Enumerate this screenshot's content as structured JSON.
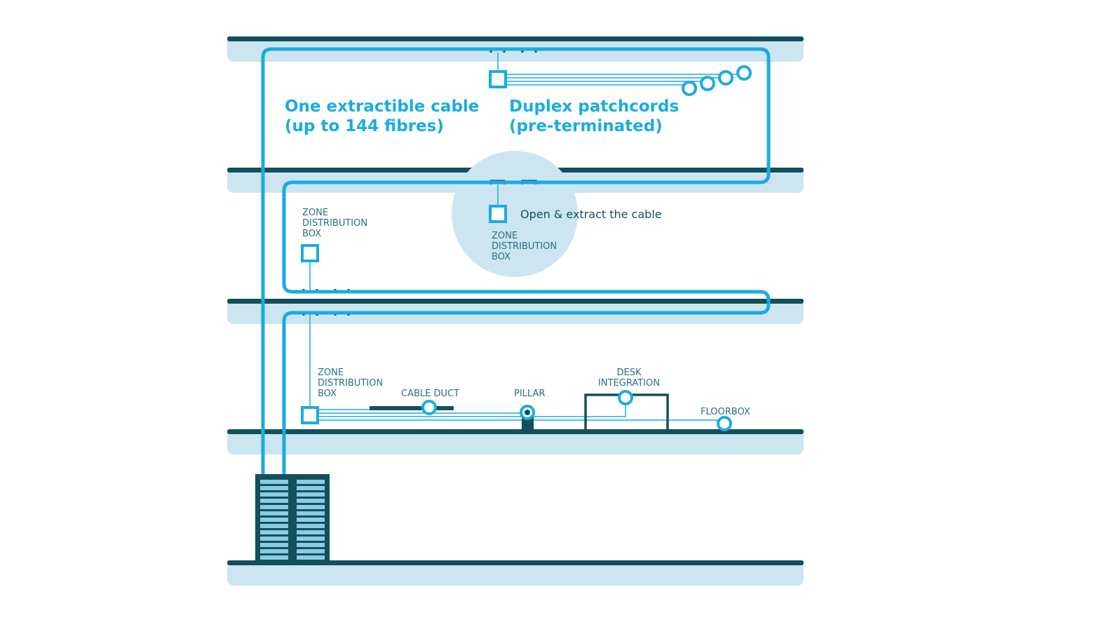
{
  "colors": {
    "cable": "#1aace0",
    "floor_band": "#cce5f1",
    "dark": "#12505c",
    "label": "#2a6f80",
    "rack_slot": "#8ccbe6",
    "bubble": "#cce5f1"
  },
  "labels": {
    "extractible_line1": "One extractible cable",
    "extractible_line2": "(up to 144 fibres)",
    "patchcords_line1": "Duplex patchcords",
    "patchcords_line2": "(pre-terminated)",
    "open_extract": "Open & extract the cable",
    "zone_box_a": [
      "ZONE",
      "DISTRIBUTION",
      "BOX"
    ],
    "zone_box_b": [
      "ZONE",
      "DISTRIBUTION",
      "BOX"
    ],
    "zone_box_c": [
      "ZONE",
      "DISTRIBUTION",
      "BOX"
    ],
    "cable_duct": "CABLE DUCT",
    "pillar": "PILLAR",
    "desk_integration": [
      "DESK",
      "INTEGRATION"
    ],
    "floorbox": "FLOORBOX"
  }
}
